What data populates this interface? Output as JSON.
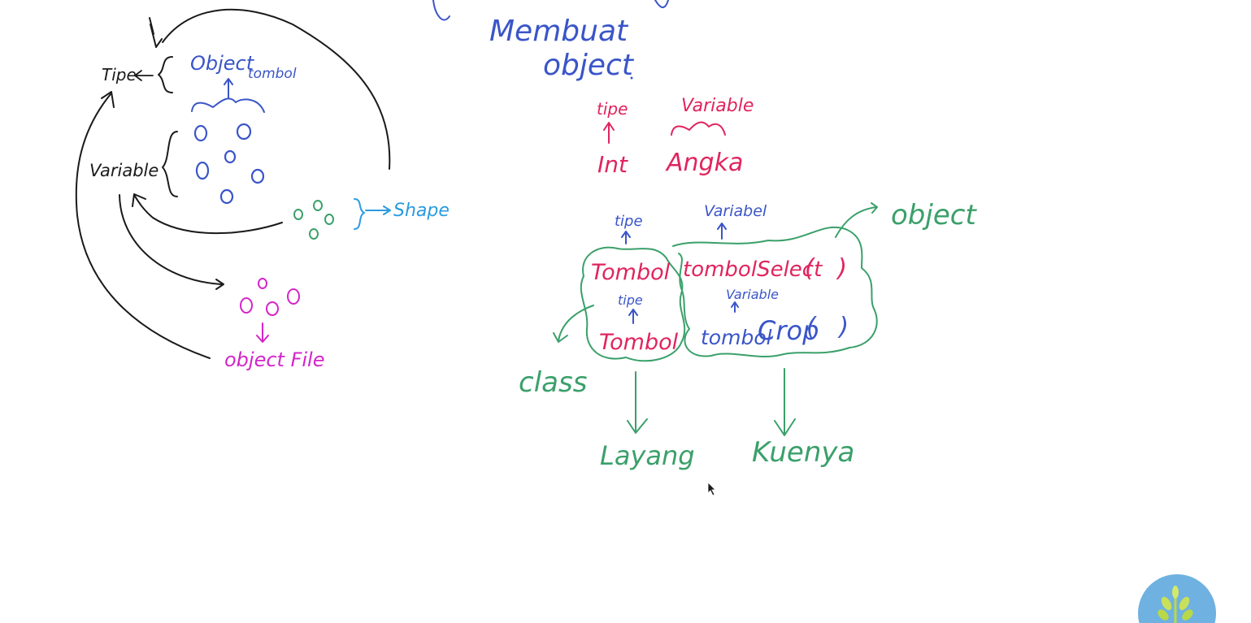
{
  "colors": {
    "ink_black": "#1a1a1a",
    "ink_blue": "#3a55c8",
    "ink_pink": "#e0245e",
    "ink_green": "#3aa06a",
    "ink_magenta": "#d425c9",
    "ink_cyan": "#2a9be0",
    "logo_bg": "#6fb1e0"
  },
  "header": {
    "line1": "Membuat",
    "line2": "object"
  },
  "left": {
    "tipe": "Tipe",
    "object_tombol": "Object",
    "tombol_small": "tombol",
    "variable": "Variable",
    "shape": "Shape",
    "object_file": "object File"
  },
  "right": {
    "tipe_top": "tipe",
    "variable_top": "Variable",
    "int": "Int",
    "angka": "Angka",
    "tipe_mid": "tipe",
    "variables": "Variabel",
    "tombol_1": "Tombol",
    "tipe_small": "tipe",
    "tombol_2": "Tombol",
    "select": "tombolSelect",
    "paren_1": "(   )",
    "variable_small": "Variable",
    "crop_var": "tombol",
    "crop": "Crop",
    "paren_2": "(   )",
    "object": "object",
    "class": "class",
    "layang": "Layang",
    "kuenya": "Kuenya"
  },
  "icons": [
    "mouse-cursor-icon",
    "leaf-logo-icon"
  ]
}
